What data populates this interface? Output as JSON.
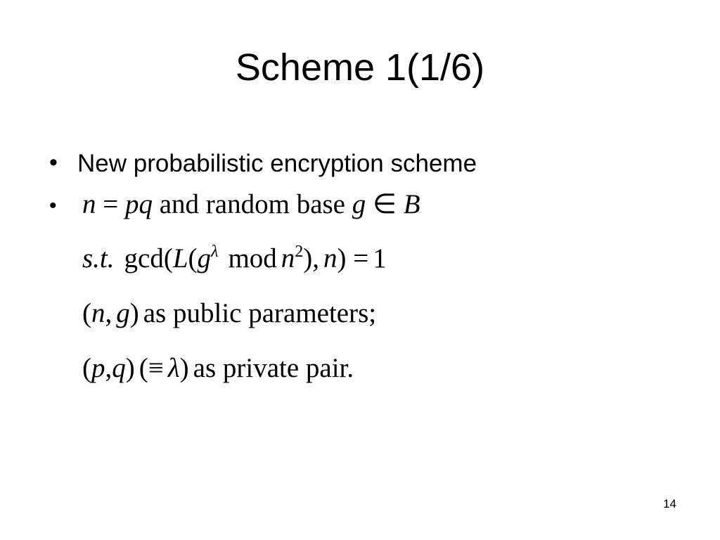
{
  "slide": {
    "title": "Scheme 1(1/6)",
    "bullet_1": {
      "marker": "•",
      "text": "New probabilistic encryption scheme"
    },
    "bullet_2": {
      "marker": "•",
      "var_n": "n",
      "equals": "=",
      "var_pq": "pq",
      "text_and_random_base": "and random base",
      "var_g": "g",
      "element_of": "∈",
      "var_B": "B"
    },
    "condition": {
      "st": "s.t.",
      "gcd": "gcd(",
      "L": "L",
      "open_paren": "(",
      "g": "g",
      "lambda": "λ",
      "mod": "mod",
      "n": "n",
      "two": "2",
      "close_part": "),",
      "n2": "n",
      "close_eq": ") =",
      "one": "1"
    },
    "public_line": {
      "open": "(",
      "n": "n",
      "comma": ",",
      "g": "g",
      "close": ")",
      "text": "as public parameters;"
    },
    "private_line": {
      "open": "(",
      "p": "p",
      "comma": ",",
      "q": "q",
      "close": ")",
      "equiv_open": "(≡",
      "lambda": "λ",
      "equiv_close": ")",
      "text": "as private pair."
    },
    "page_number": "14"
  }
}
